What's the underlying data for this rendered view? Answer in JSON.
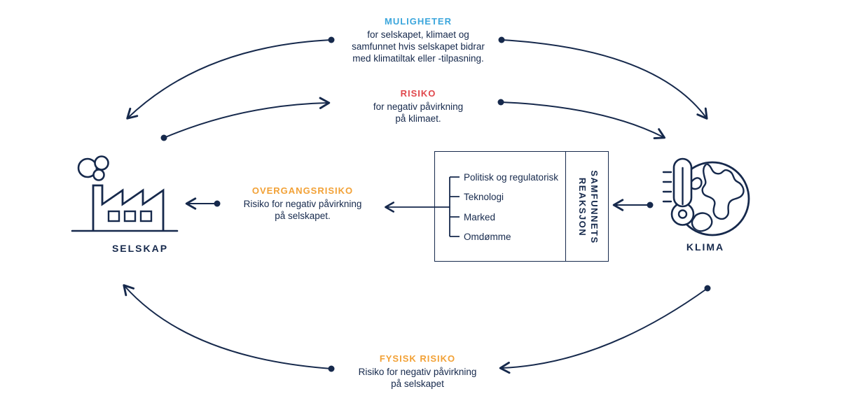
{
  "colors": {
    "navy": "#16294C",
    "blue": "#3BA6DC",
    "red": "#E0474C",
    "orange": "#F2A136",
    "background": "#FFFFFF"
  },
  "nodes": {
    "selskap": {
      "label": "SELSKAP",
      "icon": "factory-icon"
    },
    "klima": {
      "label": "KLIMA",
      "icon": "globe-thermometer-icon"
    }
  },
  "relations": {
    "muligheter": {
      "heading": "MULIGHETER",
      "lines": [
        "for selskapet, klimaet og",
        "samfunnet hvis selskapet bidrar",
        "med klimatiltak eller -tilpasning."
      ]
    },
    "risiko": {
      "heading": "RISIKO",
      "lines": [
        "for negativ påvirkning",
        "på klimaet."
      ]
    },
    "overgangsrisiko": {
      "heading": "OVERGANGSRISIKO",
      "lines": [
        "Risiko for negativ påvirkning",
        "på selskapet."
      ]
    },
    "fysisk_risiko": {
      "heading": "FYSISK RISIKO",
      "lines": [
        "Risiko for negativ påvirkning",
        "på selskapet"
      ]
    }
  },
  "box": {
    "items": [
      "Politisk og regulatorisk",
      "Teknologi",
      "Marked",
      "Omdømme"
    ],
    "side_label_lines": [
      "SAMFUNNETS",
      "REAKSJON"
    ]
  }
}
